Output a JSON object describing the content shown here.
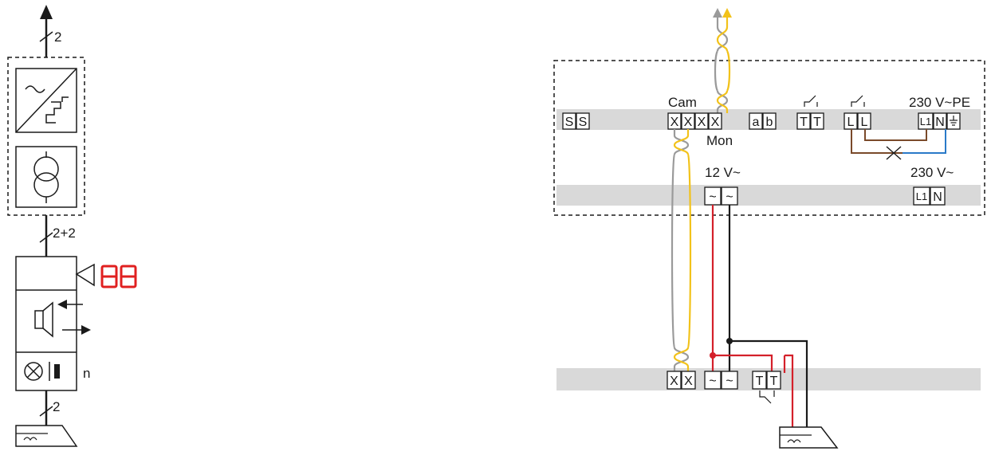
{
  "left": {
    "bus_top_count": "2",
    "bus_mid_count": "2+2",
    "bus_bottom_count": "2",
    "display_digits": "00",
    "button_label": "n"
  },
  "right": {
    "top_bar": {
      "terminals": {
        "s1": "S",
        "s2": "S",
        "x1": "X",
        "x2": "X",
        "x3": "X",
        "x4": "X",
        "a": "a",
        "b": "b",
        "t1": "T",
        "t2": "T",
        "l1": "L",
        "l2": "L",
        "pl1": "L1",
        "pn": "N"
      },
      "cam_label": "Cam",
      "mon_label": "Mon",
      "power_label": "230 V~PE"
    },
    "mid_bar": {
      "supply_label": "12 V~",
      "tilde1": "~",
      "tilde2": "~",
      "mains_label": "230 V~",
      "pl1": "L1",
      "pn": "N"
    },
    "bottom_bar": {
      "x1": "X",
      "x2": "X",
      "tilde1": "~",
      "tilde2": "~",
      "t1": "T",
      "t2": "T"
    }
  },
  "colors": {
    "gray_wire": "#9a9a9a",
    "yellow_wire": "#f2c21a",
    "red_wire": "#d4202a",
    "black_wire": "#1a1a1a",
    "brown_wire": "#7a4a2a",
    "blue_wire": "#2a7ac8",
    "bar_fill": "#d9d9d9",
    "display_red": "#e02020"
  }
}
